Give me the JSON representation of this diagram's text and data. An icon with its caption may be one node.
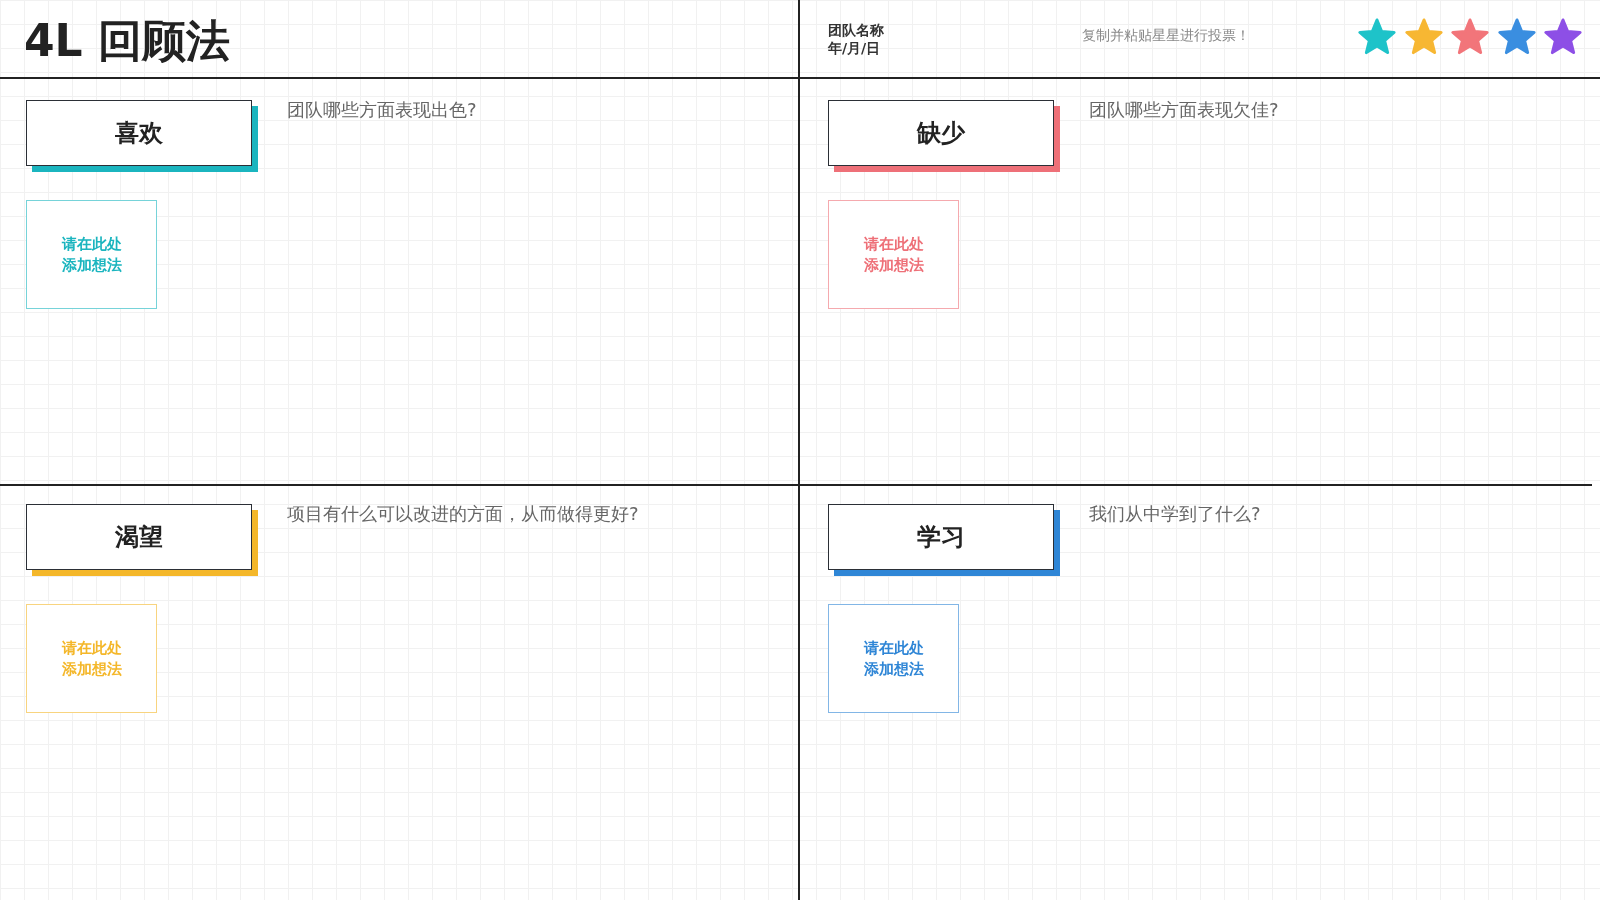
{
  "diagram": {
    "title": "4L 回顾法",
    "nodes": [
      {
        "text": [
          "喜欢"
        ],
        "beside": [
          "团队哪些方面表现出色?"
        ]
      },
      {
        "text": [
          "请在此处添加想法"
        ]
      },
      {
        "text": [
          "缺少"
        ],
        "beside": [
          "团队哪些方面表现欠佳?"
        ]
      },
      {
        "text": [
          "请在此处添加想法"
        ]
      },
      {
        "text": [
          "渴望"
        ],
        "beside": [
          "项目有什么可以改进的方面，从而做得更好?"
        ]
      },
      {
        "text": [
          "请在此处添加想法"
        ]
      },
      {
        "text": [
          "学习"
        ],
        "beside": [
          "我们从中学到了什么?"
        ]
      },
      {
        "text": [
          "请在此处添加想法"
        ]
      }
    ],
    "edges": [],
    "labels": [
      "团队名称",
      "年/月/日",
      "复制并粘贴星星进行投票！"
    ]
  }
}
